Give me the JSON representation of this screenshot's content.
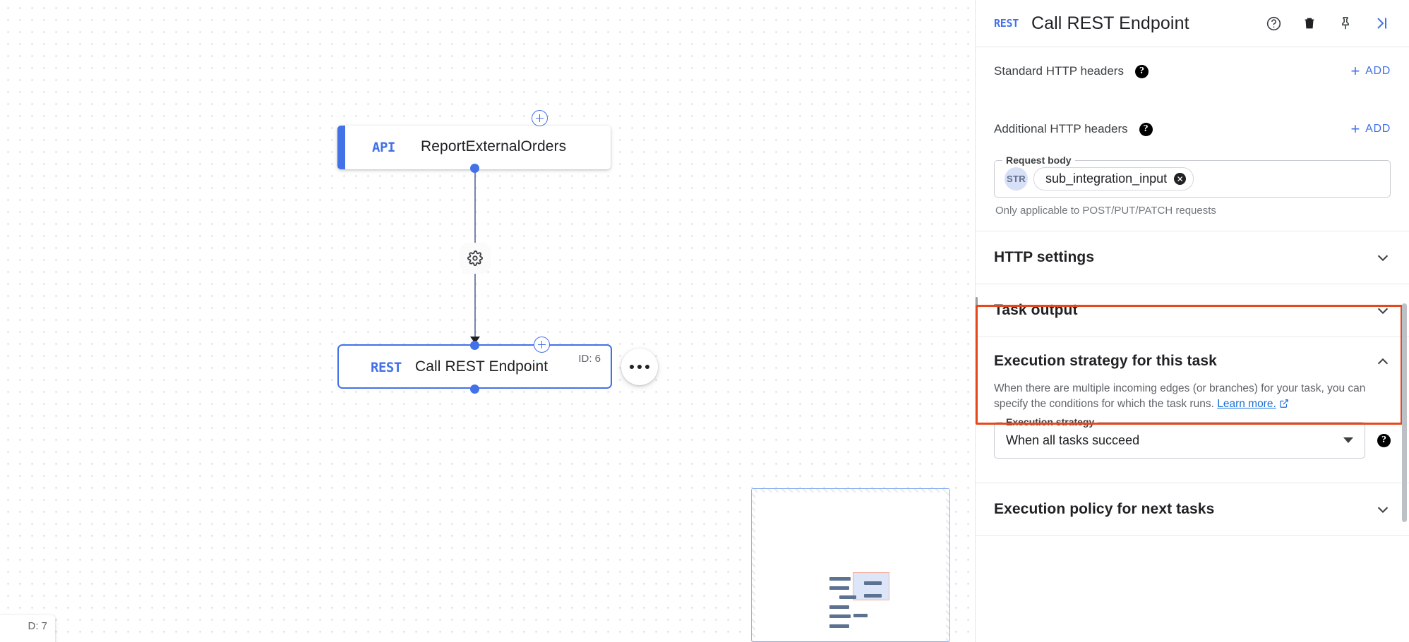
{
  "canvas": {
    "nodes": [
      {
        "badge": "API",
        "title": "ReportExternalOrders",
        "id_label": ""
      },
      {
        "badge": "REST",
        "title": "Call REST Endpoint",
        "id_label": "ID: 6"
      }
    ],
    "partial_node_id": "D: 7",
    "gear_icon": "gear-icon",
    "more_icon": "more-horizontal-icon"
  },
  "panel": {
    "header": {
      "badge": "REST",
      "title": "Call REST Endpoint",
      "icons": [
        "help-circle-icon",
        "trash-icon",
        "pin-icon",
        "collapse-panel-icon"
      ]
    },
    "standard_headers": {
      "label": "Standard HTTP headers",
      "help": "?",
      "add_plus": "+",
      "add_label": "ADD"
    },
    "additional_headers": {
      "label": "Additional HTTP headers",
      "help": "?",
      "add_plus": "+",
      "add_label": "ADD"
    },
    "request_body": {
      "legend": "Request body",
      "type_pill": "STR",
      "chip_value": "sub_integration_input",
      "chip_clear": "✕",
      "hint": "Only applicable to POST/PUT/PATCH requests"
    },
    "http_settings": {
      "title": "HTTP settings",
      "state": "collapsed"
    },
    "task_output": {
      "title": "Task output",
      "state": "collapsed"
    },
    "execution_strategy": {
      "title": "Execution strategy for this task",
      "state": "expanded",
      "description_line1": "When there are multiple incoming edges (or branches) for your task,",
      "description_line2": "you can specify the conditions for which the task runs.",
      "learn_more": "Learn more.",
      "external_icon": "external-link-icon",
      "field_legend": "Execution strategy",
      "field_value": "When all tasks succeed",
      "help": "?"
    },
    "execution_policy": {
      "title": "Execution policy for next tasks",
      "state": "collapsed"
    }
  },
  "colors": {
    "accent_blue": "#4271e8",
    "highlight_red": "#e8461b",
    "link_blue": "#1a6fd4",
    "text_primary": "#202124",
    "text_secondary": "#5f6368"
  }
}
